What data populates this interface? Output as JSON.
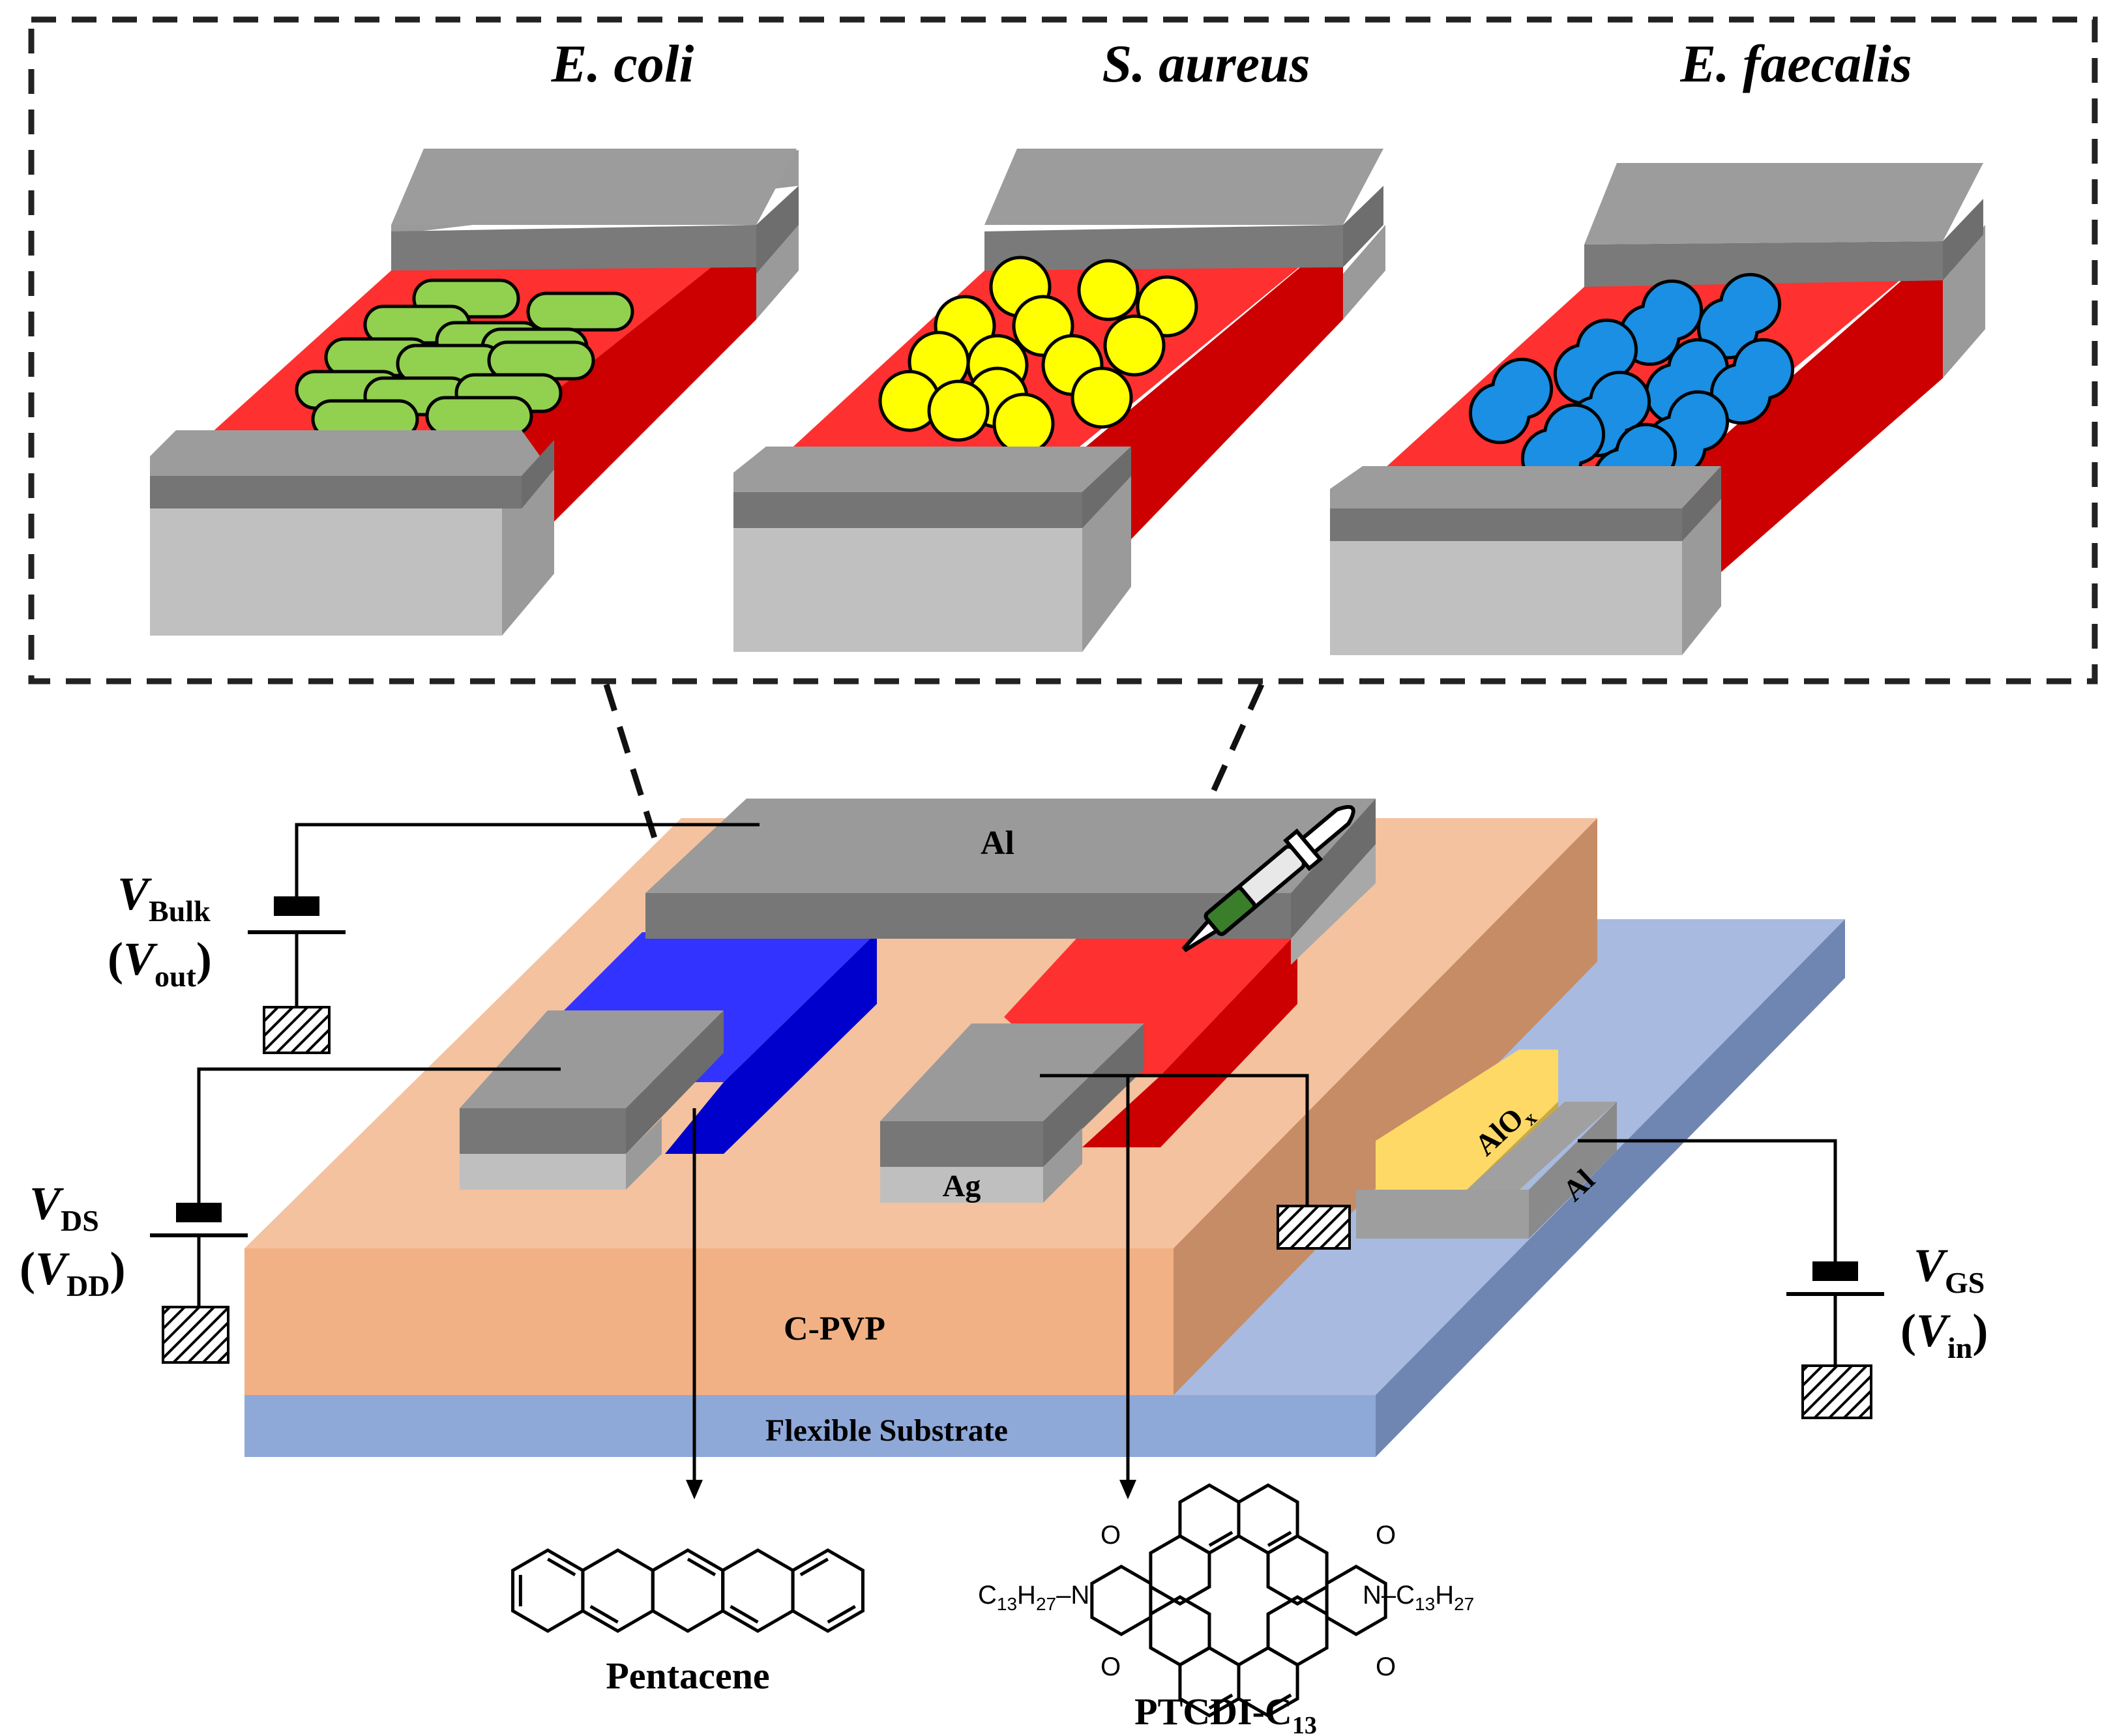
{
  "bacteria": {
    "ecoli": "E. coli",
    "saureus": "S. aureus",
    "efaecalis": "E. faecalis"
  },
  "layers": {
    "al_top": "Al",
    "ag": "Ag",
    "alox_base": "AlO",
    "alox_sub": "x",
    "al_gate": "Al",
    "dielectric": "C-PVP",
    "substrate": "Flexible Substrate"
  },
  "voltages": {
    "bulk_v": "V",
    "bulk_sub": "Bulk",
    "bulk_open": "(",
    "bulk_out_v": "V",
    "bulk_out_sub": "out",
    "bulk_close": ")",
    "ds_v": "V",
    "ds_sub": "DS",
    "ds_open": "(",
    "dd_v": "V",
    "dd_sub": "DD",
    "ds_close": ")",
    "gs_v": "V",
    "gs_sub": "GS",
    "gs_open": "(",
    "in_v": "V",
    "in_sub": "in",
    "gs_close": ")"
  },
  "molecules": {
    "pentacene": "Pentacene",
    "ptcdi_base": "PTCDI-C",
    "ptcdi_sub": "13",
    "left_group_c": "C",
    "left_group_c_sub": "13",
    "left_group_h": "H",
    "left_group_h_sub": "27",
    "left_group_n": "–N",
    "right_group_n": "N–",
    "right_group_c": "C",
    "right_group_c_sub": "13",
    "right_group_h": "H",
    "right_group_h_sub": "27",
    "oxygen": "O"
  },
  "colors": {
    "electrode_top": "#9a9a9a",
    "electrode_front": "#777777",
    "electrode_side": "#6c6c6c",
    "silver": "#bfbfbf",
    "silver_side": "#9a9a9a",
    "ptcdi_channel": "#ff3030",
    "ptcdi_side": "#cc0000",
    "pentacene_channel": "#3333ff",
    "pentacene_side": "#0000cc",
    "cpvp_top": "#f4c29f",
    "cpvp_front": "#f2b184",
    "cpvp_side": "#c68c66",
    "substrate_top": "#a8badf",
    "substrate_front": "#8ea8d8",
    "substrate_side": "#6f86b3",
    "alox": "#ffd966",
    "ecoli": "#92d050",
    "saureus": "#ffff00",
    "efaecalis": "#1a8fe3"
  }
}
